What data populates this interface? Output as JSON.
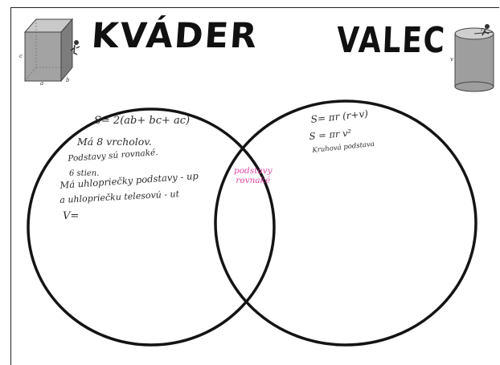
{
  "titles": {
    "left": "KVÁDER",
    "right": "VALEC"
  },
  "left_circle": {
    "formula_surface": "S= 2(ab+ bc+ ac)",
    "vertices": "Má 8 vrcholov.",
    "bases": "Podstavy sú rovnaké.",
    "faces": "6 stien.",
    "diagonals_1": "Má uhlopriečky podstavy - up",
    "diagonals_2": "a uhlopriečku telesovú - ut",
    "volume": "V="
  },
  "intersection": {
    "line1": "podstavy",
    "line2": "rovnaké"
  },
  "right_circle": {
    "formula_surface": "S= πr (r+v)",
    "formula_2": "S = πr v²",
    "note": "Kruhová podstava"
  },
  "cuboid_labels": {
    "a": "a",
    "b": "b",
    "c": "c"
  },
  "cylinder_labels": {
    "r": "r",
    "v": "v"
  },
  "colors": {
    "ink": "#111111",
    "pink": "#e04aa7",
    "gray_body": "#9a9a9a",
    "gray_top": "#c8c8c8"
  }
}
